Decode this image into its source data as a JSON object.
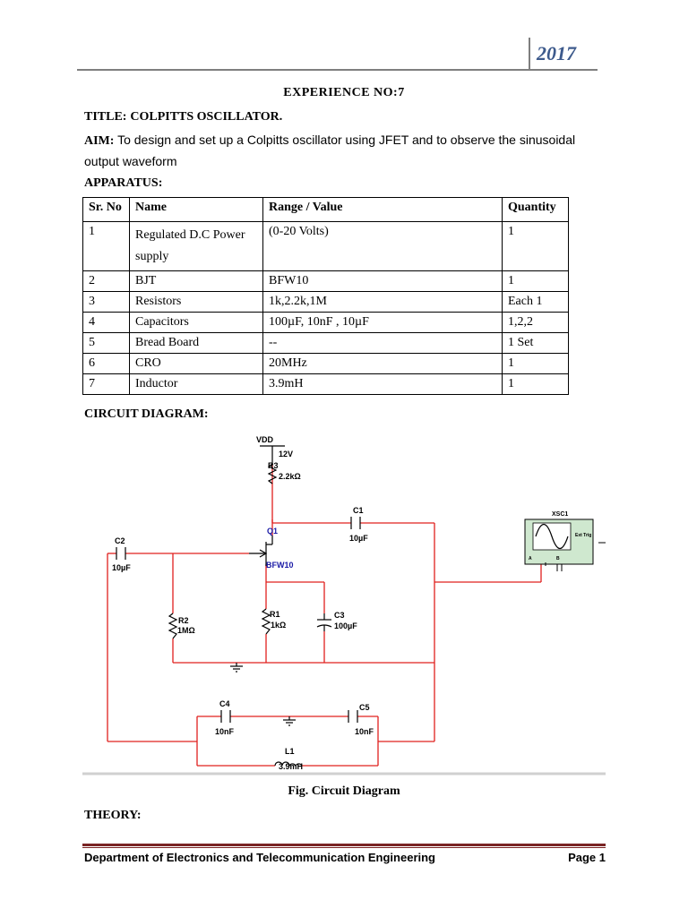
{
  "header": {
    "year": "2017"
  },
  "experiment": "EXPERIENCE NO:7",
  "title": {
    "label": "TITLE:",
    "value": "COLPITTS OSCILLATOR."
  },
  "aim": {
    "label": "AIM:",
    "text_line1": "To design and set up a Colpitts oscillator using JFET and to observe the sinusoidal",
    "text_line2": "output waveform"
  },
  "apparatus_heading": "APPARATUS:",
  "table": {
    "headers": [
      "Sr. No",
      "Name",
      "Range / Value",
      "Quantity"
    ],
    "rows": [
      [
        "1",
        "Regulated D.C Power supply",
        "(0-20 Volts)",
        "1"
      ],
      [
        "2",
        "BJT",
        "BFW10",
        "1"
      ],
      [
        "3",
        "Resistors",
        "1k,2.2k,1M",
        "Each 1"
      ],
      [
        "4",
        "Capacitors",
        "100µF, 10nF , 10µF",
        "1,2,2"
      ],
      [
        "5",
        "Bread Board",
        "--",
        "1 Set"
      ],
      [
        "6",
        "CRO",
        "20MHz",
        "1"
      ],
      [
        "7",
        "Inductor",
        "3.9mH",
        "1"
      ]
    ]
  },
  "circuit_heading": "CIRCUIT DIAGRAM:",
  "circuit": {
    "vdd": "VDD",
    "vdd_value": "12V",
    "r3": "R3",
    "r3_value": "2.2kΩ",
    "c1": "C1",
    "c1_value": "10µF",
    "q1": "Q1",
    "q1_part": "BFW10",
    "c2": "C2",
    "c2_value": "10µF",
    "r2": "R2",
    "r2_value": "1MΩ",
    "r1": "R1",
    "r1_value": "1kΩ",
    "c3": "C3",
    "c3_value": "100µF",
    "c4": "C4",
    "c4_value": "10nF",
    "c5": "C5",
    "c5_value": "10nF",
    "l1": "L1",
    "l1_value": "3.9mH",
    "scope": "XSC1",
    "scope_ext": "Ext Trig",
    "scope_a": "A",
    "scope_b": "B",
    "wire_color": "#e0201e",
    "scope_color": "#cfe8cf"
  },
  "figure_caption": "Fig. Circuit Diagram",
  "theory_heading": "THEORY:",
  "footer": {
    "department": "Department of Electronics and Telecommunication Engineering",
    "page": "Page 1"
  }
}
